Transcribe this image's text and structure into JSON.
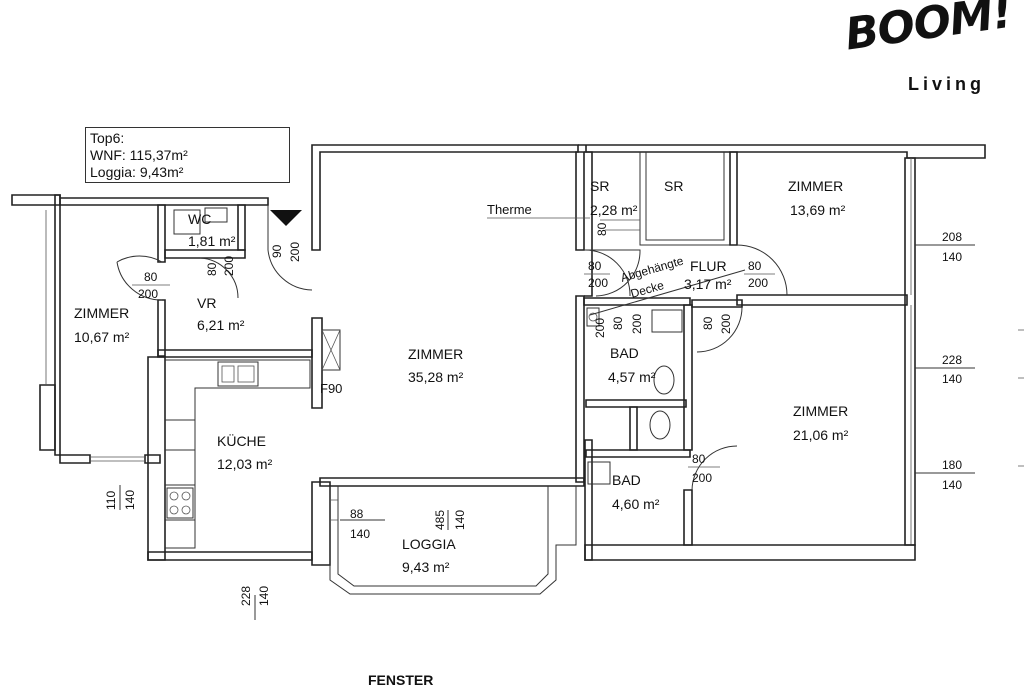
{
  "logo": {
    "main": "BOOM!",
    "sub": "Living"
  },
  "info": {
    "top": "Top6:",
    "wnf": "WNF: 115,37m²",
    "loggia": "Loggia: 9,43m²"
  },
  "rooms": {
    "wc": {
      "name": "WC",
      "area": "1,81 m²"
    },
    "vr": {
      "name": "VR",
      "area": "6,21 m²"
    },
    "zimmer_left": {
      "name": "ZIMMER",
      "area": "10,67 m²"
    },
    "zimmer_center": {
      "name": "ZIMMER",
      "area": "35,28 m²"
    },
    "kueche": {
      "name": "KÜCHE",
      "area": "12,03 m²"
    },
    "loggia": {
      "name": "LOGGIA",
      "area": "9,43 m²"
    },
    "sr1": {
      "name": "SR",
      "area": "2,28 m²"
    },
    "sr2": {
      "name": "SR"
    },
    "zimmer_top_right": {
      "name": "ZIMMER",
      "area": "13,69 m²"
    },
    "flur": {
      "name": "FLUR",
      "area": "3,17 m²"
    },
    "bad1": {
      "name": "BAD",
      "area": "4,57 m²"
    },
    "bad2": {
      "name": "BAD",
      "area": "4,60 m²"
    },
    "zimmer_right": {
      "name": "ZIMMER",
      "area": "21,06 m²"
    }
  },
  "labels": {
    "therme": "Therme",
    "abgehaengte": "Abgehängte",
    "decke": "Decke",
    "f90": "F90",
    "footer": "FENSTER"
  },
  "dims": {
    "d1": [
      "80",
      "200"
    ],
    "d2": [
      "80",
      "200"
    ],
    "d3": [
      "90",
      "200"
    ],
    "d4": [
      "80",
      "200"
    ],
    "d5": [
      "80",
      "200"
    ],
    "d6": [
      "80",
      "200"
    ],
    "d7": [
      "80",
      "200"
    ],
    "d8": [
      "80",
      "200"
    ],
    "d9": [
      "80",
      "200"
    ],
    "w1": [
      "208",
      "140"
    ],
    "w2": [
      "228",
      "140"
    ],
    "w3": [
      "180",
      "140"
    ],
    "w4": [
      "110",
      "140"
    ],
    "w5": [
      "88",
      "140"
    ],
    "w6": [
      "485",
      "140"
    ],
    "w7": [
      "228",
      "140"
    ]
  }
}
